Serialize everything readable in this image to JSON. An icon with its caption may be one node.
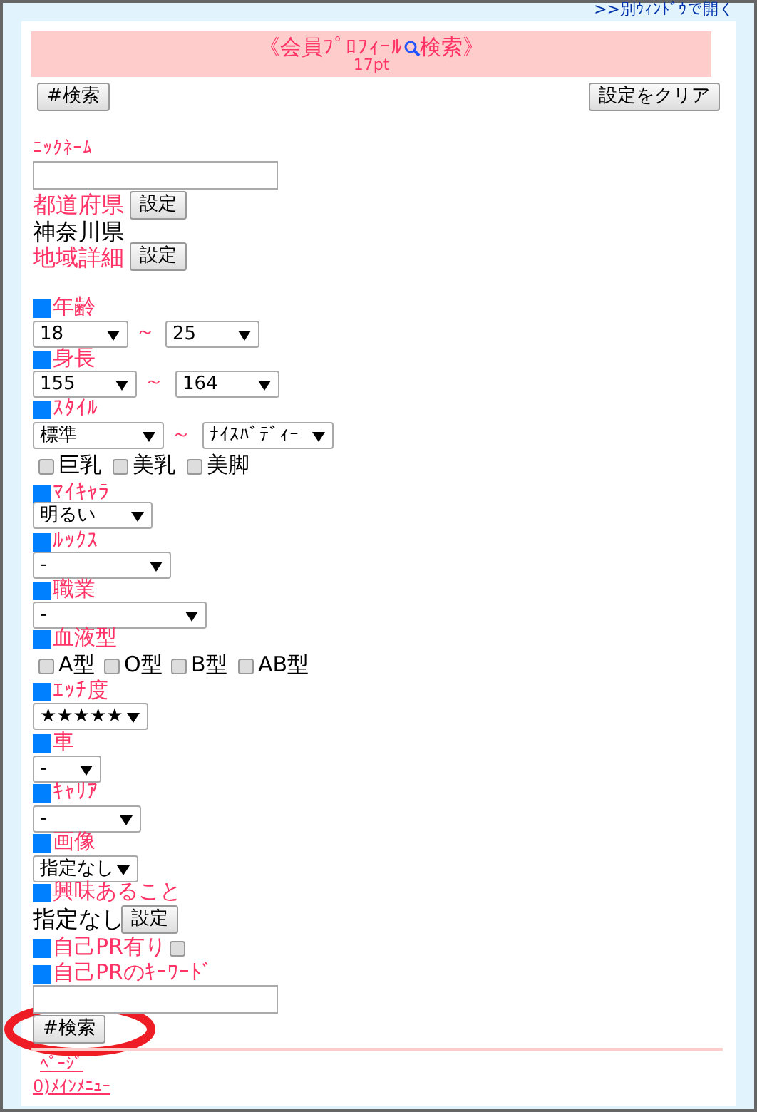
{
  "diagram": {
    "labels": [
      ">>別ｳｨﾝﾄﾞｳで開く",
      "《会員ﾌﾟﾛﾌｨｰﾙ",
      "検索》",
      "17pt",
      "#検索",
      "設定をクリア",
      "ﾆｯｸﾈｰﾑ",
      "都道府県",
      "設定",
      "神奈川県",
      "地域詳細",
      "設定",
      "年齢",
      "18",
      "～",
      "25",
      "身長",
      "155",
      "～",
      "164",
      "ｽﾀｲﾙ",
      "標準",
      "～",
      "ﾅｲｽﾊﾞﾃﾞｨｰ",
      "巨乳",
      "美乳",
      "美脚",
      "ﾏｲｷｬﾗ",
      "明るい",
      "ﾙｯｸｽ",
      "-",
      "職業",
      "-",
      "血液型",
      "A型",
      "O型",
      "B型",
      "AB型",
      "ｴｯﾁ度",
      "★★★★★",
      "車",
      "-",
      "ｷｬﾘｱ",
      "-",
      "画像",
      "指定なし",
      "興味あること",
      "指定なし",
      "設定",
      "自己PR有り",
      "自己PRのｷｰﾜｰﾄﾞ",
      "#検索",
      "ﾍﾟｰｼﾞ",
      "0)ﾒｲﾝﾒﾆｭｰ"
    ]
  }
}
